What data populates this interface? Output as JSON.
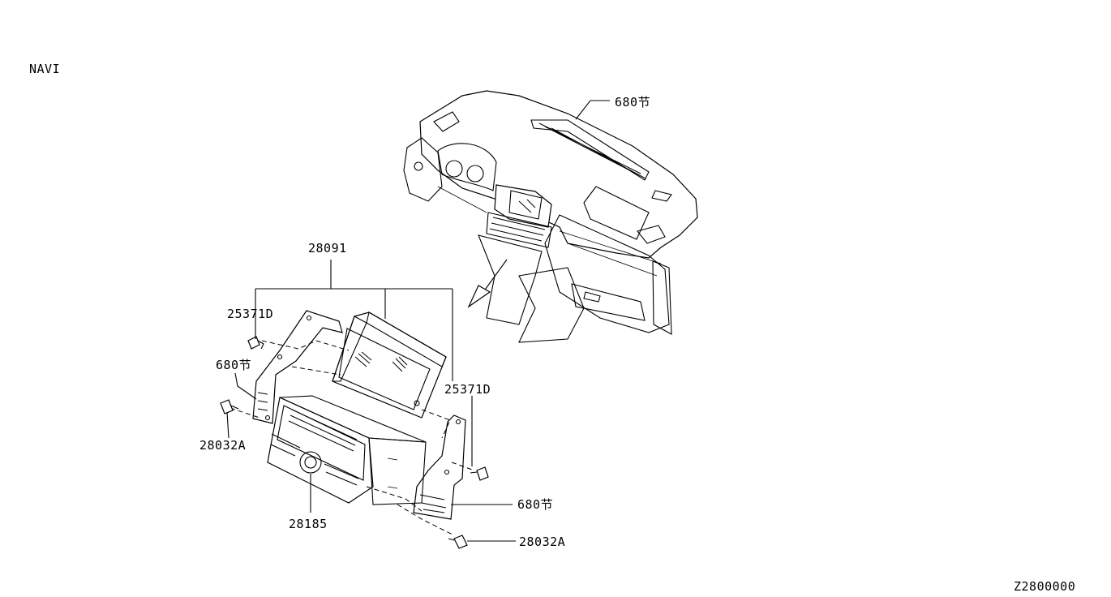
{
  "section_title": "NAVI",
  "drawing_code": "Z2800000",
  "callouts": {
    "dash_ref_top": "680节",
    "assembly": "28091",
    "screw_upper_left": "25371D",
    "bracket_ref_left": "680节",
    "bolt_left": "28032A",
    "screw_right": "25371D",
    "audio_unit": "28185",
    "bracket_ref_right": "680节",
    "bolt_right": "28032A"
  }
}
